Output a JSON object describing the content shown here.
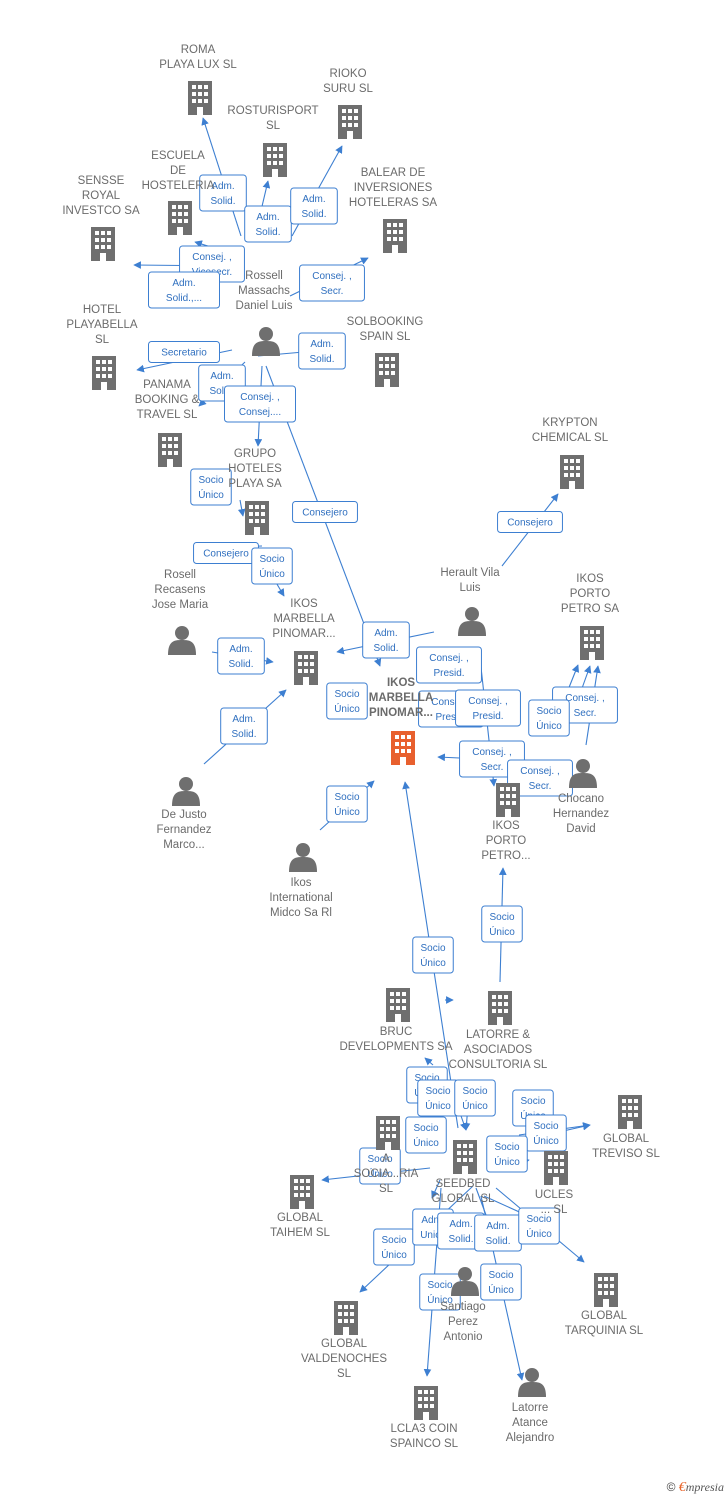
{
  "colors": {
    "node": "#6f6f6f",
    "center": "#e8602e",
    "edge": "#3d7fd1",
    "label": "#6b6b6b"
  },
  "nodes": [
    {
      "id": "roma",
      "type": "company",
      "lines": [
        "ROMA",
        "PLAYA LUX  SL"
      ]
    },
    {
      "id": "rioko",
      "type": "company",
      "lines": [
        "RIOKO",
        "SURU  SL"
      ]
    },
    {
      "id": "rosturisport",
      "type": "company",
      "lines": [
        "ROSTURISPORT",
        "SL"
      ]
    },
    {
      "id": "escuela",
      "type": "company",
      "lines": [
        "ESCUELA",
        "DE",
        "HOSTELERIA"
      ]
    },
    {
      "id": "sensse",
      "type": "company",
      "lines": [
        "SENSSE",
        "ROYAL",
        "INVESTCO SA"
      ]
    },
    {
      "id": "balear",
      "type": "company",
      "lines": [
        "BALEAR DE",
        "INVERSIONES",
        "HOTELERAS SA"
      ]
    },
    {
      "id": "rossell_daniel",
      "type": "person",
      "lines": [
        "Rossell",
        "Massachs",
        "Daniel Luis"
      ]
    },
    {
      "id": "hotel_playabella",
      "type": "company",
      "lines": [
        "HOTEL",
        "PLAYABELLA",
        "SL"
      ]
    },
    {
      "id": "solbooking",
      "type": "company",
      "lines": [
        "SOLBOOKING",
        "SPAIN  SL"
      ]
    },
    {
      "id": "panama",
      "type": "company",
      "lines": [
        "PANAMA",
        "BOOKING &",
        "TRAVEL  SL"
      ]
    },
    {
      "id": "krypton",
      "type": "company",
      "lines": [
        "KRYPTON",
        "CHEMICAL SL"
      ]
    },
    {
      "id": "grupo_hoteles",
      "type": "company",
      "lines": [
        "GRUPO",
        "HOTELES",
        "PLAYA SA"
      ]
    },
    {
      "id": "herault",
      "type": "person",
      "lines": [
        "Herault Vila",
        "Luis"
      ]
    },
    {
      "id": "ikos_porto_petro_sa",
      "type": "company",
      "lines": [
        "IKOS",
        "PORTO",
        "PETRO SA"
      ]
    },
    {
      "id": "rossell_jose",
      "type": "person",
      "lines": [
        "Rosell",
        "Recasens",
        "Jose Maria"
      ]
    },
    {
      "id": "ikos_marbella_b",
      "type": "company",
      "lines": [
        "IKOS",
        "MARBELLA",
        "PINOMAR..."
      ]
    },
    {
      "id": "ikos_marbella_center",
      "type": "center",
      "lines": [
        "IKOS",
        "MARBELLA",
        "PINOMAR..."
      ]
    },
    {
      "id": "chocano",
      "type": "person",
      "lines": [
        "Chocano",
        "Hernandez",
        "David"
      ]
    },
    {
      "id": "ikos_porto_petro_2",
      "type": "company",
      "lines": [
        "IKOS",
        "PORTO",
        "PETRO..."
      ]
    },
    {
      "id": "dejusto",
      "type": "person",
      "lines": [
        "De Justo",
        "Fernandez",
        "Marco..."
      ]
    },
    {
      "id": "ikos_international",
      "type": "person",
      "lines": [
        "Ikos",
        "International",
        "Midco Sa Rl"
      ]
    },
    {
      "id": "bruc",
      "type": "company",
      "lines": [
        "BRUC",
        "DEVELOPMENTS SA"
      ]
    },
    {
      "id": "latorre_asociados",
      "type": "company",
      "lines": [
        "LATORRE &",
        "ASOCIADOS",
        "CONSULTORIA SL"
      ]
    },
    {
      "id": "global_treviso",
      "type": "company",
      "lines": [
        "GLOBAL",
        "TREVISO  SL"
      ]
    },
    {
      "id": "a_socia",
      "type": "company",
      "lines": [
        "A",
        "SOCIA...RIA",
        "SL"
      ]
    },
    {
      "id": "seedbed",
      "type": "company",
      "lines": [
        "SEEDBED",
        "GLOBAL  SL"
      ]
    },
    {
      "id": "ucles",
      "type": "company",
      "lines": [
        "UCLES",
        "...  SL"
      ]
    },
    {
      "id": "global_taihem",
      "type": "company",
      "lines": [
        "GLOBAL",
        "TAIHEM SL"
      ]
    },
    {
      "id": "santiago",
      "type": "person",
      "lines": [
        "Santiago",
        "Perez",
        "Antonio"
      ]
    },
    {
      "id": "global_tarquinia",
      "type": "company",
      "lines": [
        "GLOBAL",
        "TARQUINIA  SL"
      ]
    },
    {
      "id": "global_valdenoches",
      "type": "company",
      "lines": [
        "GLOBAL",
        "VALDENOCHES",
        "SL"
      ]
    },
    {
      "id": "latorre_atance",
      "type": "person",
      "lines": [
        "Latorre",
        "Atance",
        "Alejandro"
      ]
    },
    {
      "id": "lcla3",
      "type": "company",
      "lines": [
        "LCLA3 COIN",
        "SPAINCO  SL"
      ]
    }
  ],
  "edge_labels": [
    [
      "Adm.",
      "Solid."
    ],
    [
      "Adm.",
      "Solid."
    ],
    [
      "Adm.",
      "Solid."
    ],
    [
      "Consej. ,",
      "Vicesecr."
    ],
    [
      "Adm.",
      "Solid.,..."
    ],
    [
      "Consej. ,",
      "Secr."
    ],
    [
      "Secretario"
    ],
    [
      "Adm.",
      "Solid."
    ],
    [
      "Adm.",
      "Solid."
    ],
    [
      "Consej. ,",
      "Consej...."
    ],
    [
      "Socio",
      "Único"
    ],
    [
      "Consejero"
    ],
    [
      "Consejero"
    ],
    [
      "Consejero"
    ],
    [
      "Socio",
      "Único"
    ],
    [
      "Adm.",
      "Solid."
    ],
    [
      "Adm.",
      "Solid."
    ],
    [
      "Consej. ,",
      "Presid."
    ],
    [
      "Consej. ,",
      "Presid."
    ],
    [
      "Socio",
      "Único"
    ],
    [
      "Consej. ,",
      "Presid."
    ],
    [
      "Adm.",
      "Solid."
    ],
    [
      "Consej. ,",
      "Secr."
    ],
    [
      "Socio",
      "Único"
    ],
    [
      "Consej. ,",
      "Secr."
    ],
    [
      "Consej. ,",
      "Secr."
    ],
    [
      "Socio",
      "Único"
    ],
    [
      "Socio",
      "Único"
    ],
    [
      "Socio",
      "Único"
    ],
    [
      "Socio",
      "Único"
    ],
    [
      "Socio",
      "Único"
    ],
    [
      "Socio",
      "Único"
    ],
    [
      "Socio",
      "Único"
    ],
    [
      "Socio",
      "Único"
    ],
    [
      "Socio",
      "Único"
    ],
    [
      "Socio",
      "Único"
    ],
    [
      "Socio",
      "Único"
    ],
    [
      "Socio",
      "Único"
    ],
    [
      "Adm.",
      "Unico"
    ],
    [
      "Adm.",
      "Solid."
    ],
    [
      "Adm.",
      "Solid."
    ],
    [
      "Socio",
      "Único"
    ],
    [
      "Socio",
      "Único"
    ],
    [
      "Socio",
      "Único"
    ],
    [
      "Adm.",
      "Solid."
    ]
  ],
  "brand": {
    "copyright": "©",
    "e": "€",
    "rest": "mpresia"
  }
}
